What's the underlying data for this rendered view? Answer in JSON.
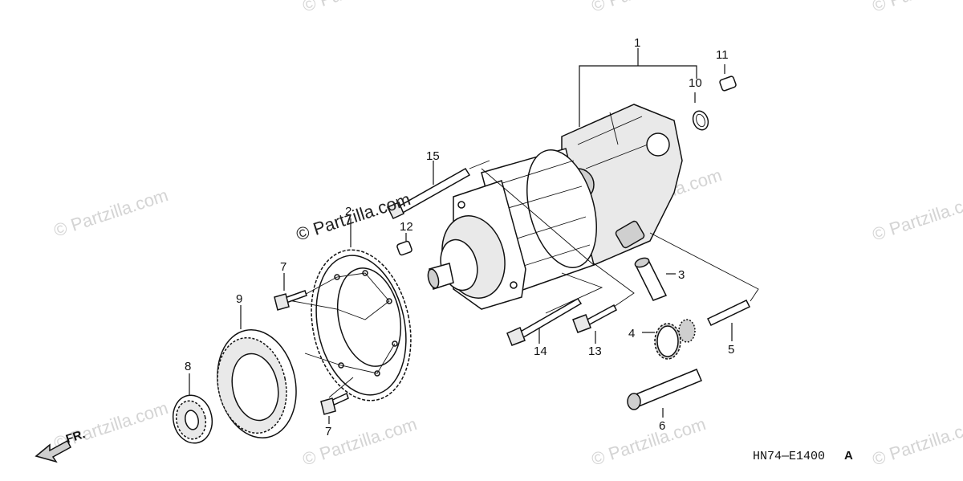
{
  "callouts": [
    "1",
    "2",
    "3",
    "4",
    "5",
    "6",
    "7",
    "7",
    "8",
    "9",
    "10",
    "11",
    "12",
    "13",
    "14",
    "15"
  ],
  "diagram_code": "HN74—E1400",
  "diagram_code_suffix": "A",
  "front_indicator": "FR.",
  "watermarks": {
    "main": "© Partzilla.com",
    "faint": "© Partzilla.com"
  },
  "colors": {
    "line": "#111111",
    "watermark": "#d4d4d4"
  }
}
